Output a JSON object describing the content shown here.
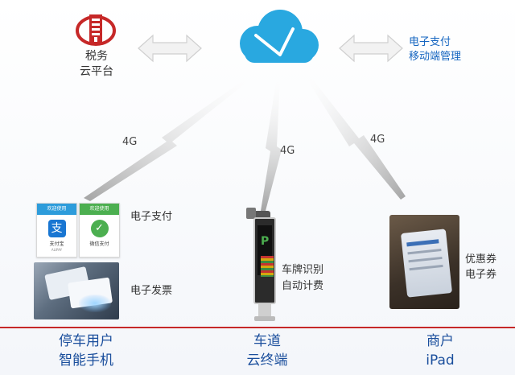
{
  "tax_platform": {
    "line1": "税务",
    "line2": "云平台",
    "logo_icon": "tax-emblem-icon"
  },
  "mgmt": {
    "line1": "电子支付",
    "line2": "移动端管理"
  },
  "cloud_icon": "cloud-icon",
  "network": {
    "left": "4G",
    "middle": "4G",
    "right": "4G"
  },
  "payment": {
    "label": "电子支付",
    "alipay": {
      "header": "欢迎使用",
      "name": "支付宝",
      "sub": "ALIPAY"
    },
    "wechat": {
      "header": "欢迎使用",
      "name": "微信支付"
    }
  },
  "invoice": {
    "label": "电子发票"
  },
  "lane_device": {
    "line1": "车牌识别",
    "line2": "自动计费"
  },
  "merchant_device": {
    "line1": "优惠券",
    "line2": "电子券"
  },
  "bottom": {
    "left": {
      "line1": "停车用户",
      "line2": "智能手机"
    },
    "middle": {
      "line1": "车道",
      "line2": "云终端"
    },
    "right": {
      "line1": "商户",
      "line2": "iPad"
    }
  },
  "colors": {
    "cloud": "#29a8e0",
    "accent_blue": "#1a4e9c",
    "divider_red": "#c62828",
    "tax_red": "#c62828"
  }
}
